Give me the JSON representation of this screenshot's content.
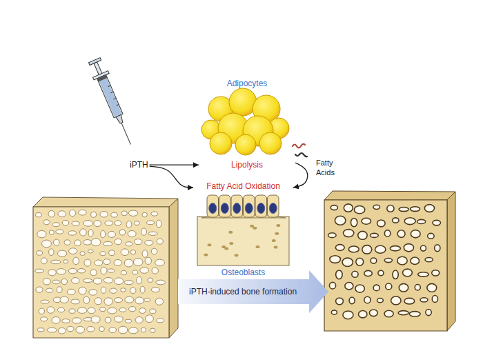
{
  "diagram": {
    "nodes": [
      {
        "text": [
          "iPTH"
        ]
      },
      {
        "text": [
          "Adipocytes",
          "Lipolysis"
        ]
      },
      {
        "text": [
          "Fatty Acid Oxidation",
          "Osteoblasts"
        ]
      },
      {
        "text": [
          "iPTH-induced bone formation"
        ]
      }
    ],
    "edges": [
      {
        "from": 0,
        "to": 1,
        "arrow": "to"
      },
      {
        "from": 0,
        "to": 2,
        "arrow": "to"
      },
      {
        "from": 1,
        "to": 2,
        "label": "Fatty Acids",
        "arrow": "to"
      }
    ]
  }
}
